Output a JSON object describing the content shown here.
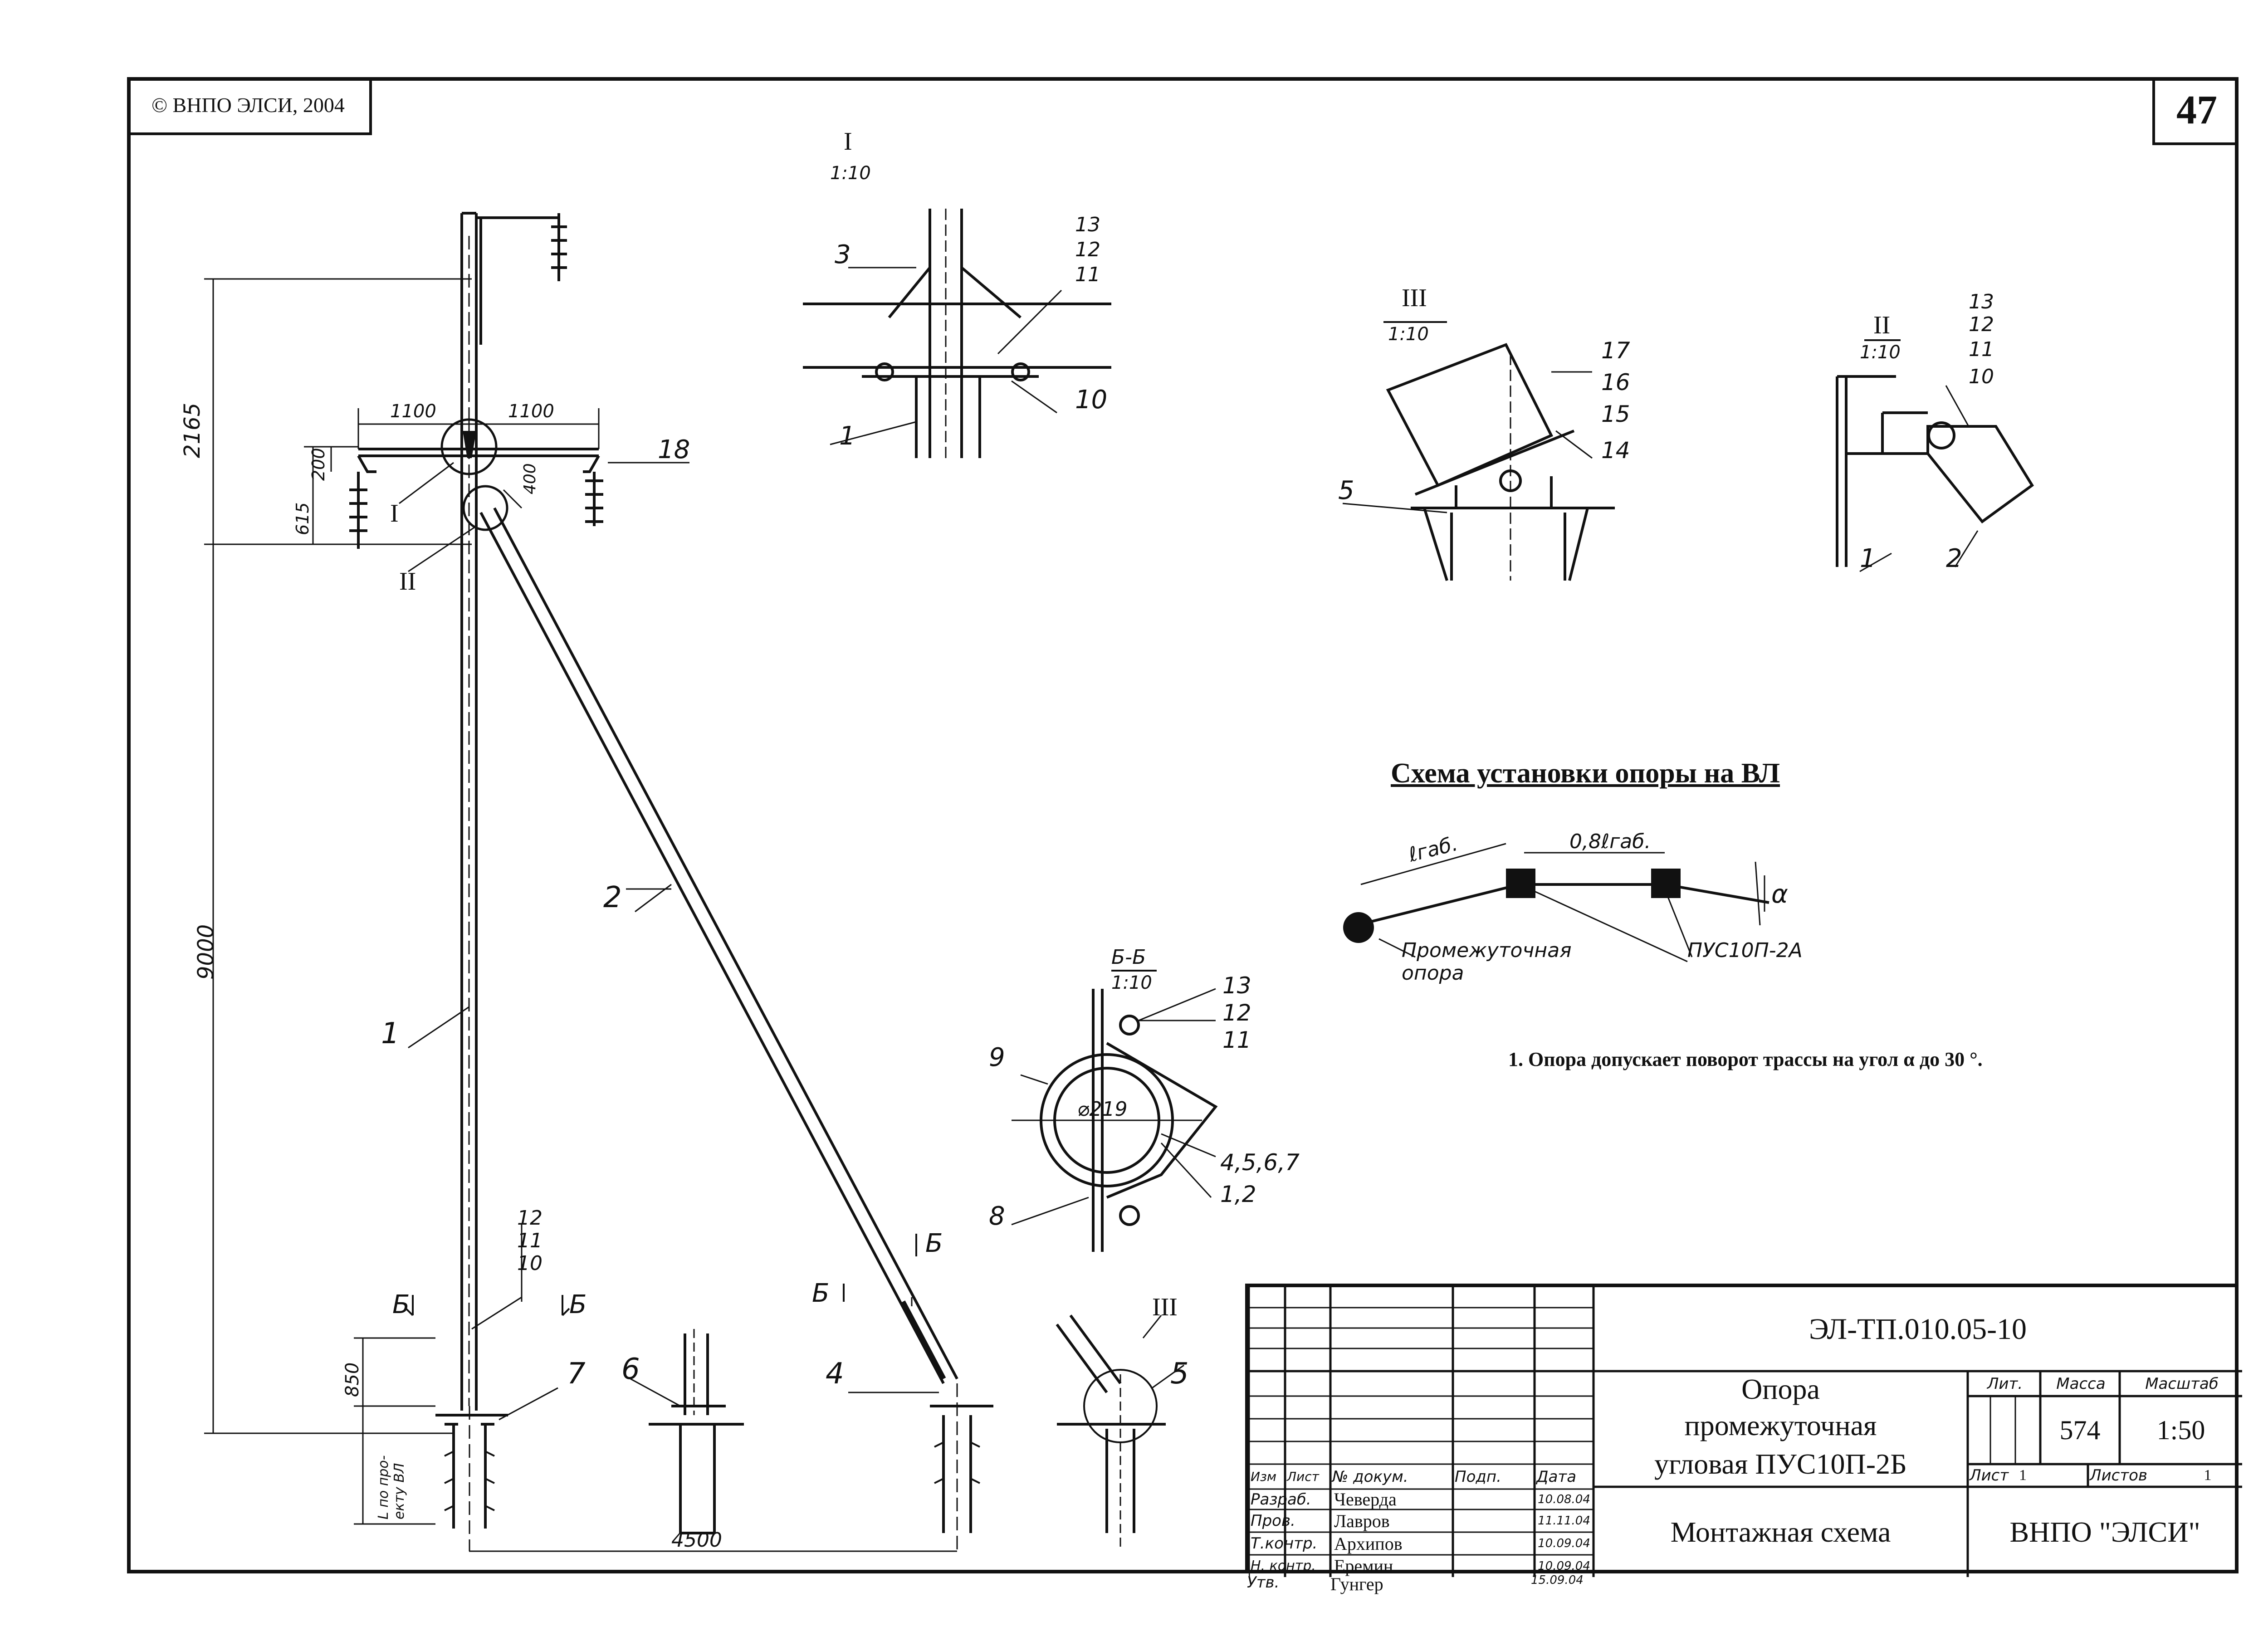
{
  "header": {
    "copyright": "© ВНПО ЭЛСИ, 2004",
    "page_number": "47"
  },
  "main_view": {
    "dims": {
      "top_total": "2165",
      "arm_left": "1100",
      "arm_right": "1100",
      "d200": "200",
      "d615": "615",
      "d400": "400",
      "height_9000": "9000",
      "d850": "850",
      "base_span": "4500",
      "embed_depth_1": "L по про-",
      "embed_depth_2": "екту ВЛ"
    },
    "callouts": {
      "c1": "1",
      "c2": "2",
      "c4": "4",
      "c5": "5",
      "c6": "6",
      "c7": "7",
      "c10": "10",
      "c11": "11",
      "c12": "12",
      "c18": "18",
      "node_I": "I",
      "node_II": "II",
      "node_III": "III",
      "cut_b_left": "Б",
      "cut_b_right": "Б",
      "cut_b_brace1": "Б",
      "cut_b_brace2": "Б"
    }
  },
  "detail_I": {
    "title": "I",
    "scale": "1:10",
    "callouts": {
      "c3": "3",
      "c1": "1",
      "c13": "13",
      "c12": "12",
      "c11": "11",
      "c10": "10"
    }
  },
  "detail_III": {
    "title": "III",
    "scale": "1:10",
    "callouts": {
      "c17": "17",
      "c16": "16",
      "c15": "15",
      "c14": "14",
      "c5": "5"
    }
  },
  "detail_II": {
    "title": "II",
    "scale": "1:10",
    "callouts": {
      "c13": "13",
      "c12": "12",
      "c11": "11",
      "c10": "10",
      "c1": "1",
      "c2": "2"
    }
  },
  "section_BB": {
    "title": "Б-Б",
    "scale": "1:10",
    "diameter": "⌀219",
    "callouts": {
      "c9": "9",
      "c8": "8",
      "c13": "13",
      "c12": "12",
      "c11": "11",
      "c4567": "4,5,6,7",
      "c12b": "1,2"
    }
  },
  "scheme": {
    "title": "Схема установки опоры на ВЛ",
    "l_gab": "ℓгаб.",
    "l_08": "0,8ℓгаб.",
    "alpha": "α",
    "intermediate_1": "Промежуточная",
    "intermediate_2": "опора",
    "pus_label": "ПУС10П-2А"
  },
  "note": "1. Опора допускает поворот трассы на угол α до 30 °.",
  "title_block": {
    "doc_code": "ЭЛ-ТП.010.05-10",
    "name_line1": "Опора",
    "name_line2": "промежуточная",
    "name_line3": "угловая ПУС10П-2Б",
    "sheet_title": "Монтажная схема",
    "org": "ВНПО \"ЭЛСИ\"",
    "hdr_izm": "Изм",
    "hdr_list": "Лист",
    "hdr_doc": "№ докум.",
    "hdr_sign": "Подп.",
    "hdr_date": "Дата",
    "role_razrab": "Разраб.",
    "role_prov": "Пров.",
    "role_tkontr": "Т.контр.",
    "role_nkontr": "Н. контр.",
    "role_utv": "Утв.",
    "name_razrab": "Чеверда",
    "name_prov": "Лавров",
    "name_tkontr": "Архипов",
    "name_nkontr": "Еремин",
    "name_utv": "Гунгер",
    "date_razrab": "10.08.04",
    "date_prov": "11.11.04",
    "date_tkontr": "10.09.04",
    "date_nkontr": "10.09.04",
    "date_utv": "15.09.04",
    "lit_hdr": "Лит.",
    "mass_hdr": "Масса",
    "scale_hdr": "Масштаб",
    "mass": "574",
    "scale": "1:50",
    "sheet_lbl": "Лист",
    "sheet_no": "1",
    "sheets_lbl": "Листов",
    "sheets_no": "1"
  }
}
